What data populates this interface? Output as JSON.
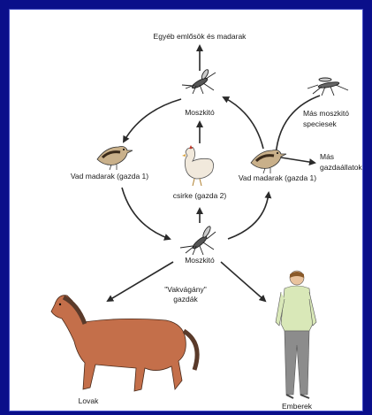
{
  "colors": {
    "background": "#0a0f8a",
    "panel": "#ffffff",
    "arrow": "#2a2a2a",
    "horse": "#c46f4a",
    "human_shirt": "#d9e8b8",
    "human_trousers": "#8c8c8c"
  },
  "labels": {
    "top": "Egyéb emlősök és madarak",
    "mosquito_top": "Moszkitó",
    "wild_birds_left": "Vad madarak (gazda 1)",
    "chicken": "csirke (gazda 2)",
    "wild_birds_right": "Vad madarak (gazda 1)",
    "other_mosquito_line1": "Más moszkitó",
    "other_mosquito_line2": "speciesek",
    "other_hosts_line1": "Más",
    "other_hosts_line2": "gazdaállatok",
    "mosquito_bottom": "Moszkitó",
    "deadend_line1": "\"Vakvágány\"",
    "deadend_line2": "gazdák",
    "horses": "Lovak",
    "humans": "Emberek"
  },
  "icons": [
    "mosquito-icon",
    "bird-icon",
    "chicken-icon",
    "horse-icon",
    "human-icon"
  ]
}
